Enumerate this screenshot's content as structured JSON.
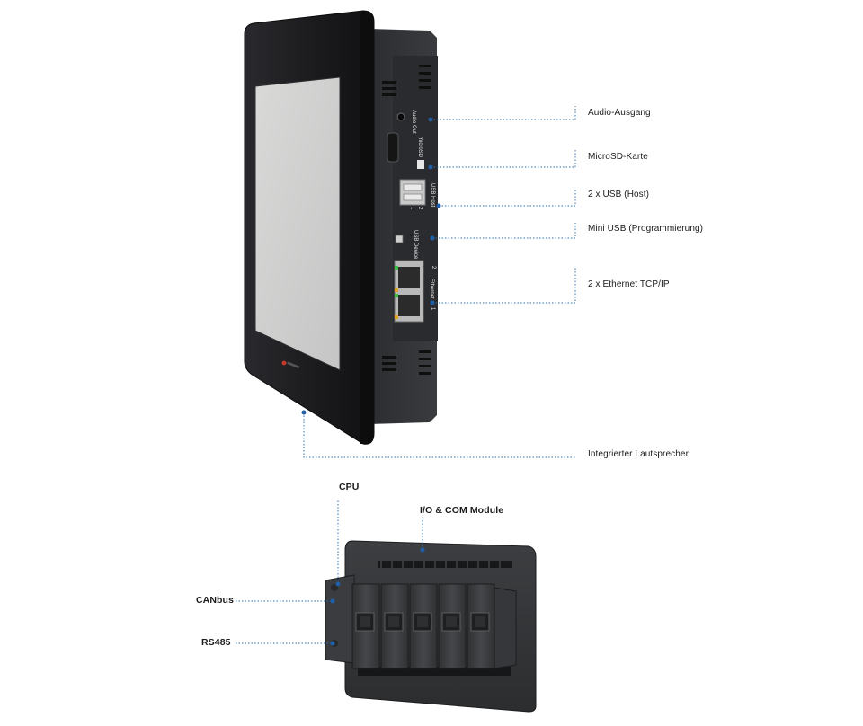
{
  "colors": {
    "leader": "#2a6fb5",
    "bezel": "#1b1b1e",
    "screen": "#cfd0cf",
    "plastic": "#3b3d3f"
  },
  "top_labels": {
    "audio": "Audio-Ausgang",
    "microsd": "MicroSD-Karte",
    "usb_host": "2 x USB (Host)",
    "mini_usb": "Mini USB  (Programmierung)",
    "ethernet": "2 x Ethernet TCP/IP",
    "speaker": "Integrierter Lautsprecher"
  },
  "port_markings": {
    "audio": "Audio Out",
    "microsd": "microSD",
    "usb_host": "USB Host",
    "usb_nums": [
      "1",
      "2"
    ],
    "usb_device": "USB Device",
    "ethernet": "Ethernet",
    "eth_nums": [
      "1",
      "2"
    ]
  },
  "bottom_labels": {
    "cpu": "CPU",
    "io": "I/O & COM Module",
    "canbus": "CANbus",
    "rs485": "RS485"
  }
}
